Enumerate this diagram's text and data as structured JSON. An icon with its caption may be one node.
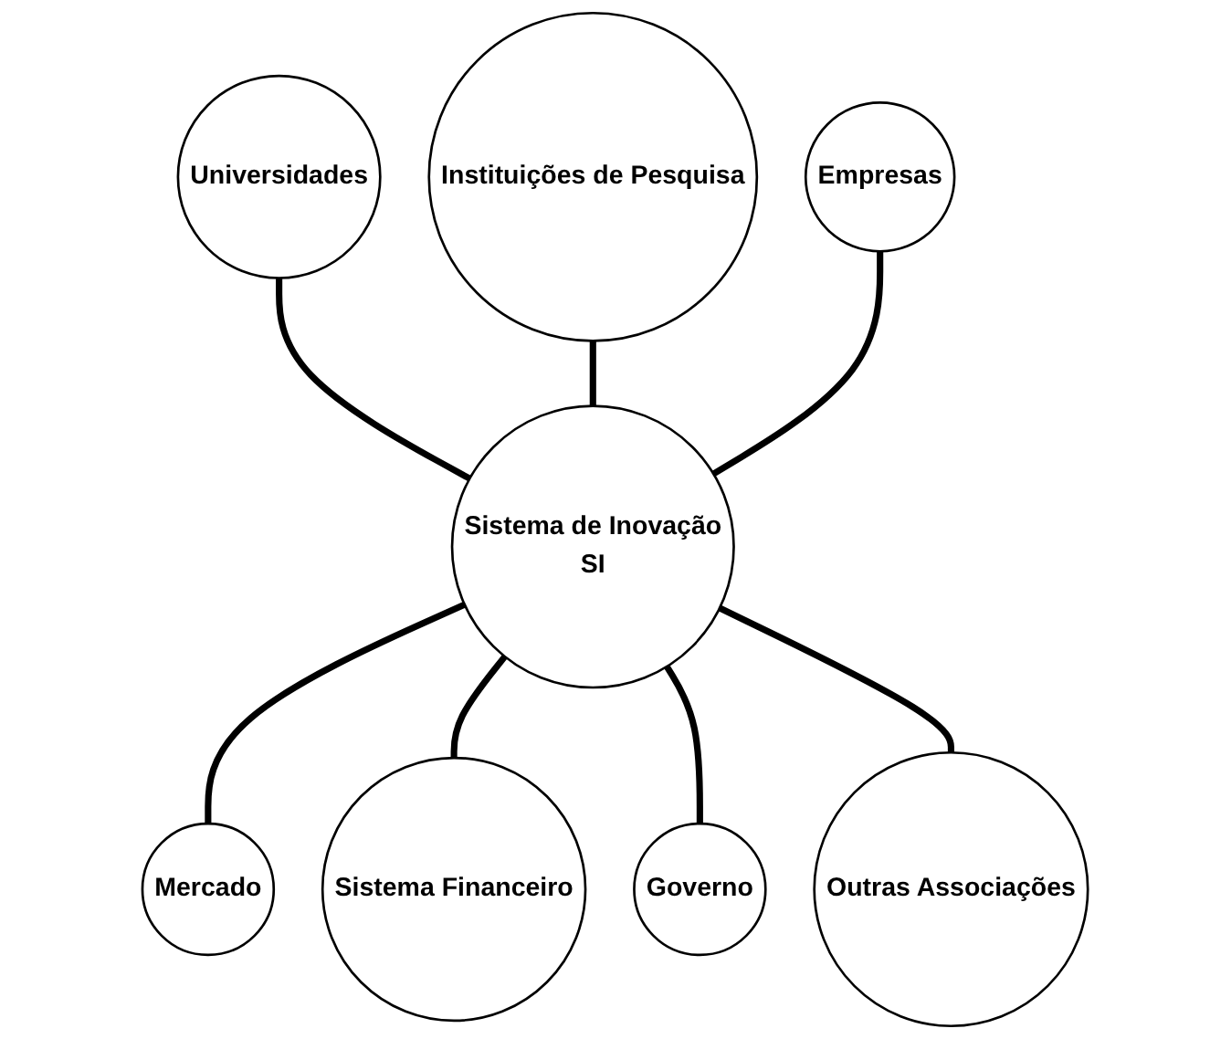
{
  "diagram": {
    "nodes": [
      {
        "text": [
          "Universidades"
        ]
      },
      {
        "text": [
          "Instituições de Pesquisa"
        ]
      },
      {
        "text": [
          "Empresas"
        ]
      },
      {
        "text": [
          "Sistema de Inovação",
          "SI"
        ]
      },
      {
        "text": [
          "Mercado"
        ]
      },
      {
        "text": [
          "Sistema Financeiro"
        ]
      },
      {
        "text": [
          "Governo"
        ]
      },
      {
        "text": [
          "Outras Associações"
        ]
      }
    ],
    "edges": [
      {
        "from": 0,
        "to": 3,
        "arrow": "none"
      },
      {
        "from": 1,
        "to": 3,
        "arrow": "none"
      },
      {
        "from": 2,
        "to": 3,
        "arrow": "none"
      },
      {
        "from": 3,
        "to": 4,
        "arrow": "none"
      },
      {
        "from": 3,
        "to": 5,
        "arrow": "none"
      },
      {
        "from": 3,
        "to": 6,
        "arrow": "none"
      },
      {
        "from": 3,
        "to": 7,
        "arrow": "none"
      }
    ]
  }
}
